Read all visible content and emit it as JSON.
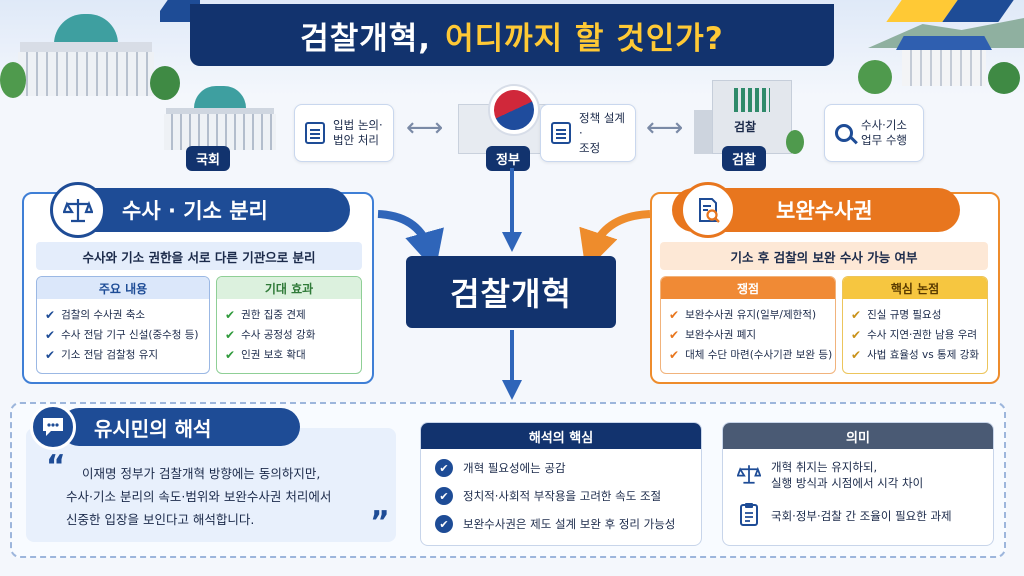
{
  "title": {
    "part1": "검찰개혁,",
    "part2": "어디까지 할 것인가?"
  },
  "nodes": {
    "assembly": {
      "label": "국회",
      "card": "입법 논의·\n법안 처리"
    },
    "government": {
      "label": "정부",
      "card": "정책 설계·\n조정"
    },
    "prosecution": {
      "label": "검찰",
      "sign": "검찰",
      "card": "수사·기소\n업무 수행"
    }
  },
  "center": {
    "label": "검찰개혁"
  },
  "left_panel": {
    "title": "수사 · 기소 분리",
    "subtitle": "수사와 기소 권한을 서로 다른 기관으로 분리",
    "col1": {
      "head": "주요 내용",
      "items": [
        "검찰의 수사권 축소",
        "수사 전담 기구 신설(중수청 등)",
        "기소 전담 검찰청 유지"
      ]
    },
    "col2": {
      "head": "기대 효과",
      "items": [
        "권한 집중 견제",
        "수사 공정성 강화",
        "인권 보호 확대"
      ]
    }
  },
  "right_panel": {
    "title": "보완수사권",
    "subtitle": "기소 후 검찰의 보완 수사 가능 여부",
    "col1": {
      "head": "쟁점",
      "items": [
        "보완수사권 유지(일부/제한적)",
        "보완수사권 폐지",
        "대체 수단 마련(수사기관 보완 등)"
      ]
    },
    "col2": {
      "head": "핵심 논점",
      "items": [
        "진실 규명 필요성",
        "수사 지연·권한 남용 우려",
        "사법 효율성 vs 통제 강화"
      ]
    }
  },
  "bottom": {
    "title": "유시민의 해석",
    "quote_lines": [
      "이재명 정부가 검찰개혁 방향에는 동의하지만,",
      "수사·기소 분리의 속도·범위와 보완수사권 처리에서",
      "신중한 입장을 보인다고 해석합니다."
    ],
    "core": {
      "head": "해석의 핵심",
      "items": [
        "개혁 필요성에는 공감",
        "정치적·사회적 부작용을 고려한 속도 조절",
        "보완수사권은 제도 설계 보완 후 정리 가능성"
      ]
    },
    "meaning": {
      "head": "의미",
      "items": [
        "개혁 취지는 유지하되,\n실행 방식과 시점에서 시각 차이",
        "국회·정부·검찰 간 조율이 필요한 과제"
      ]
    }
  },
  "colors": {
    "navy": "#12336e",
    "blue": "#1e4c96",
    "orange": "#e8761e",
    "green": "#2f9a3c",
    "yellow": "#ffc935"
  }
}
